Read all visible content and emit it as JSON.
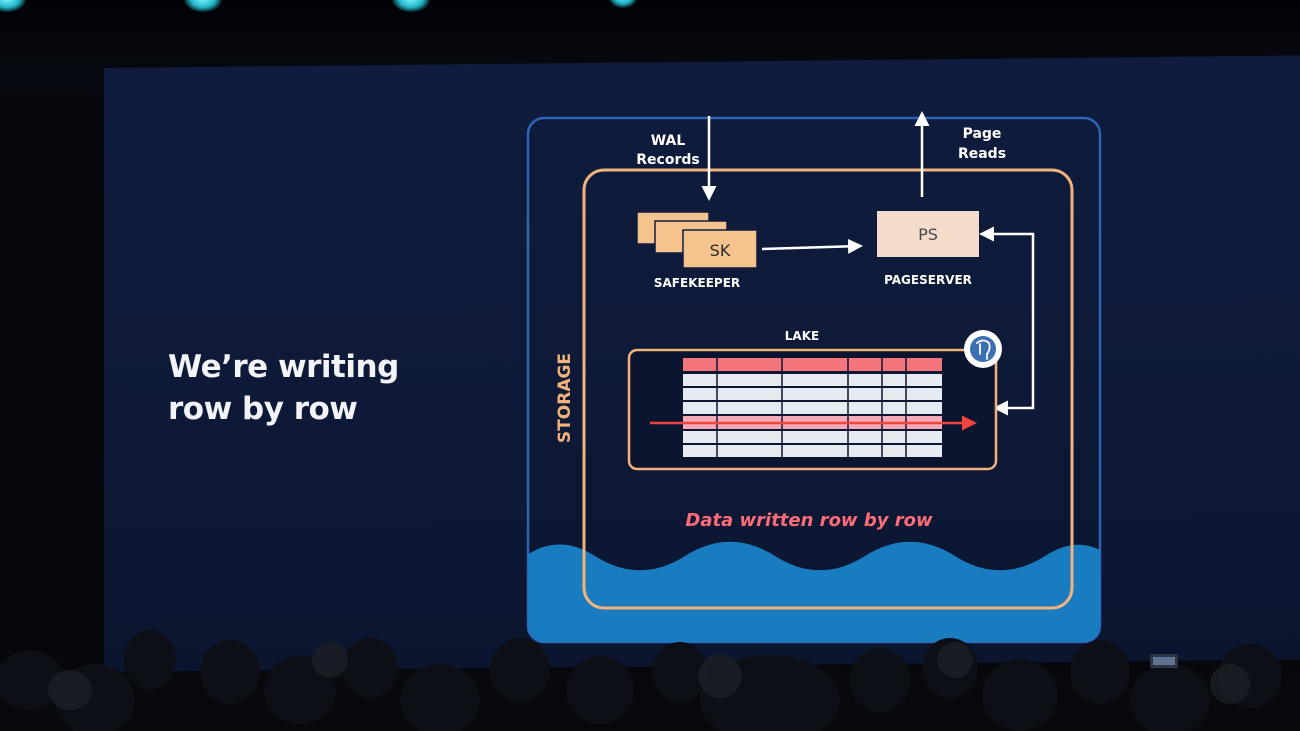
{
  "slide": {
    "headline_line1": "We’re writing",
    "headline_line2": "row by row"
  },
  "diagram": {
    "wal_line1": "WAL",
    "wal_line2": "Records",
    "page_line1": "Page",
    "page_line2": "Reads",
    "safekeeper_box": "SK",
    "safekeeper_label": "SAFEKEEPER",
    "pageserver_box": "PS",
    "pageserver_label": "PAGESERVER",
    "storage_label": "STORAGE",
    "lake_label": "LAKE",
    "caption": "Data written row by row",
    "lake_icon": "postgres-elephant-icon"
  },
  "colors": {
    "screen_bg": "#0f1c3e",
    "outer_border": "#2f63b8",
    "storage_border": "#f2b27a",
    "box_fill": "#f5c48e",
    "pageserver_fill": "#f4dccb",
    "header_row": "#f4757b",
    "highlight_row": "#f6a9b7",
    "arrow_red": "#f0453f",
    "caption_color": "#ff6b78",
    "water": "#1a7cc0"
  }
}
